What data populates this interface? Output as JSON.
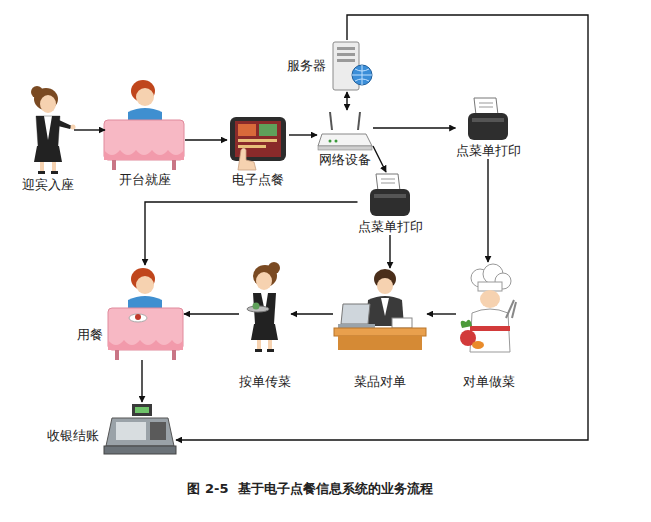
{
  "diagram": {
    "caption": "图 2-5  基于电子点餐信息系统的业务流程",
    "nodes": [
      {
        "text": [
          "迎宾入座"
        ]
      },
      {
        "text": [
          "开台就座"
        ]
      },
      {
        "text": [
          "电子点餐"
        ]
      },
      {
        "text": [
          "服务器"
        ]
      },
      {
        "text": [
          "网络设备"
        ]
      },
      {
        "text": [
          "点菜单打印"
        ]
      },
      {
        "text": [
          "点菜单打印"
        ]
      },
      {
        "text": [
          "用餐"
        ]
      },
      {
        "text": [
          "按单传菜"
        ]
      },
      {
        "text": [
          "菜品对单"
        ]
      },
      {
        "text": [
          "对单做菜"
        ]
      },
      {
        "text": [
          "收银结账"
        ]
      }
    ],
    "edges": [
      {
        "from": 0,
        "to": 1,
        "arrow": "to"
      },
      {
        "from": 1,
        "to": 2,
        "arrow": "to"
      },
      {
        "from": 2,
        "to": 4,
        "arrow": "to"
      },
      {
        "from": 4,
        "to": 3,
        "arrow": "both"
      },
      {
        "from": 4,
        "to": 5,
        "arrow": "to"
      },
      {
        "from": 4,
        "to": 6,
        "arrow": "to"
      },
      {
        "from": 5,
        "to": 10,
        "arrow": "to"
      },
      {
        "from": 6,
        "to": 9,
        "arrow": "to"
      },
      {
        "from": 6,
        "to": 7,
        "arrow": "to"
      },
      {
        "from": 10,
        "to": 9,
        "arrow": "to"
      },
      {
        "from": 9,
        "to": 8,
        "arrow": "to"
      },
      {
        "from": 8,
        "to": 7,
        "arrow": "to"
      },
      {
        "from": 7,
        "to": 11,
        "arrow": "to"
      },
      {
        "from": 3,
        "to": 11,
        "arrow": "to"
      }
    ]
  }
}
